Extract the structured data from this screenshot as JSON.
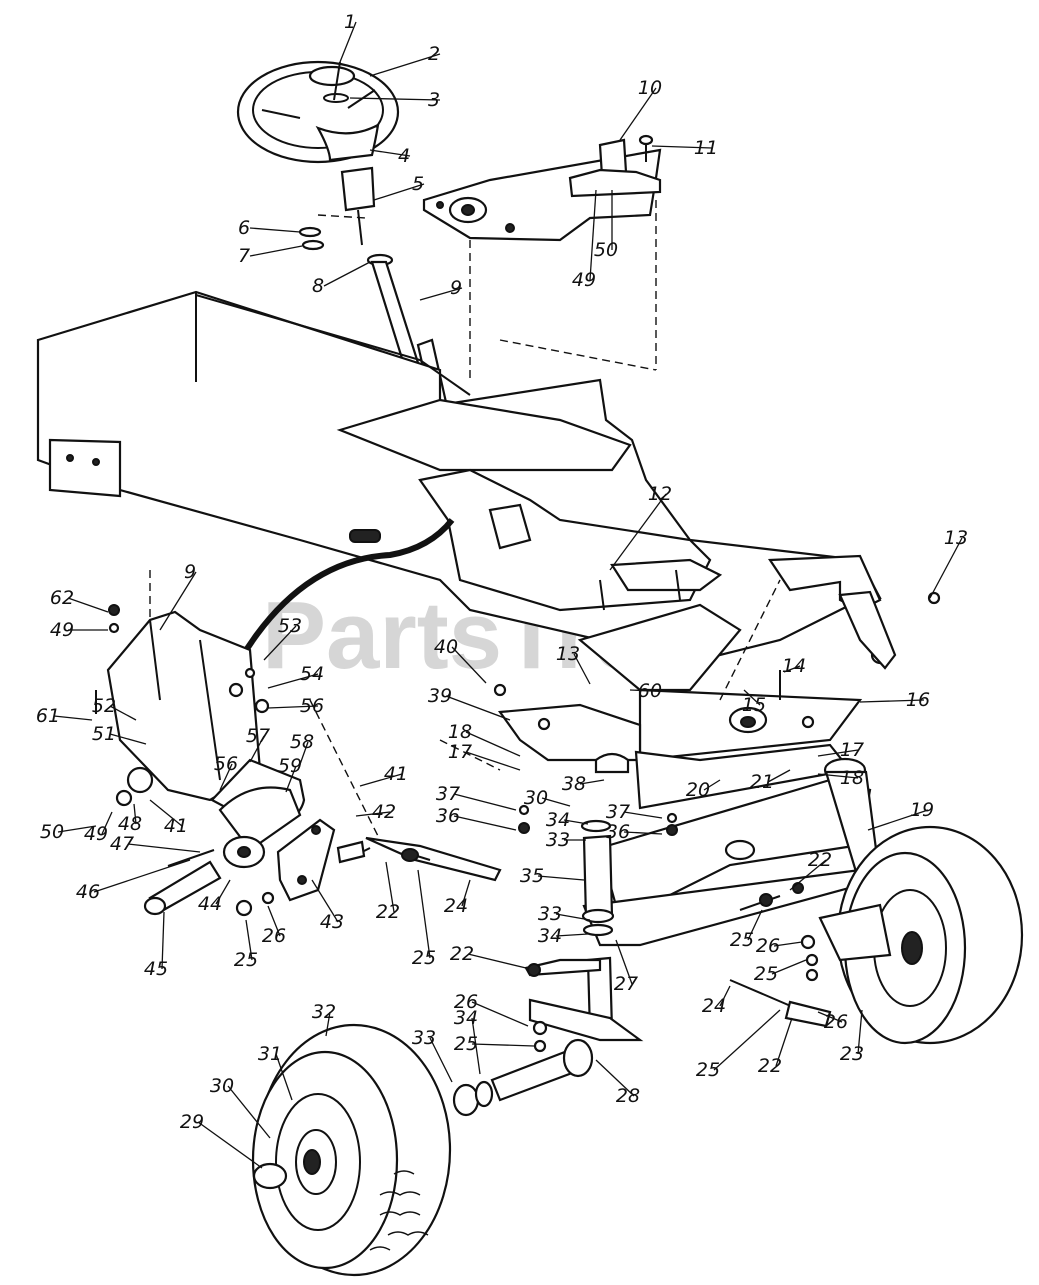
{
  "watermark": "PartsTree",
  "callouts": [
    {
      "id": "c1",
      "text": "1"
    },
    {
      "id": "c2",
      "text": "2"
    },
    {
      "id": "c3",
      "text": "3"
    },
    {
      "id": "c4",
      "text": "4"
    },
    {
      "id": "c5",
      "text": "5"
    },
    {
      "id": "c6",
      "text": "6"
    },
    {
      "id": "c7",
      "text": "7"
    },
    {
      "id": "c8",
      "text": "8"
    },
    {
      "id": "c9a",
      "text": "9"
    },
    {
      "id": "c10",
      "text": "10"
    },
    {
      "id": "c11",
      "text": "11"
    },
    {
      "id": "c49a",
      "text": "49"
    },
    {
      "id": "c50a",
      "text": "50"
    },
    {
      "id": "c12",
      "text": "12"
    },
    {
      "id": "c13a",
      "text": "13"
    },
    {
      "id": "c9b",
      "text": "9"
    },
    {
      "id": "c62",
      "text": "62"
    },
    {
      "id": "c49b",
      "text": "49"
    },
    {
      "id": "c53",
      "text": "53"
    },
    {
      "id": "c54",
      "text": "54"
    },
    {
      "id": "c52",
      "text": "52"
    },
    {
      "id": "c56a",
      "text": "56"
    },
    {
      "id": "c61",
      "text": "61"
    },
    {
      "id": "c51",
      "text": "51"
    },
    {
      "id": "c40",
      "text": "40"
    },
    {
      "id": "c13b",
      "text": "13"
    },
    {
      "id": "c60",
      "text": "60"
    },
    {
      "id": "c14",
      "text": "14"
    },
    {
      "id": "c15",
      "text": "15"
    },
    {
      "id": "c16",
      "text": "16"
    },
    {
      "id": "c39",
      "text": "39"
    },
    {
      "id": "c18a",
      "text": "18"
    },
    {
      "id": "c17a",
      "text": "17"
    },
    {
      "id": "c17b",
      "text": "17"
    },
    {
      "id": "c18b",
      "text": "18"
    },
    {
      "id": "c50b",
      "text": "50"
    },
    {
      "id": "c49c",
      "text": "49"
    },
    {
      "id": "c48",
      "text": "48"
    },
    {
      "id": "c41a",
      "text": "41"
    },
    {
      "id": "c56b",
      "text": "56"
    },
    {
      "id": "c57",
      "text": "57"
    },
    {
      "id": "c58",
      "text": "58"
    },
    {
      "id": "c59",
      "text": "59"
    },
    {
      "id": "c41b",
      "text": "41"
    },
    {
      "id": "c42",
      "text": "42"
    },
    {
      "id": "c37a",
      "text": "37"
    },
    {
      "id": "c36a",
      "text": "36"
    },
    {
      "id": "c30a",
      "text": "30"
    },
    {
      "id": "c38",
      "text": "38"
    },
    {
      "id": "c37b",
      "text": "37"
    },
    {
      "id": "c36b",
      "text": "36"
    },
    {
      "id": "c20",
      "text": "20"
    },
    {
      "id": "c21",
      "text": "21"
    },
    {
      "id": "c19",
      "text": "19"
    },
    {
      "id": "c34a",
      "text": "34"
    },
    {
      "id": "c33a",
      "text": "33"
    },
    {
      "id": "c47",
      "text": "47"
    },
    {
      "id": "c46",
      "text": "46"
    },
    {
      "id": "c44",
      "text": "44"
    },
    {
      "id": "c45",
      "text": "45"
    },
    {
      "id": "c25a",
      "text": "25"
    },
    {
      "id": "c26a",
      "text": "26"
    },
    {
      "id": "c43",
      "text": "43"
    },
    {
      "id": "c22a",
      "text": "22"
    },
    {
      "id": "c25b",
      "text": "25"
    },
    {
      "id": "c24a",
      "text": "24"
    },
    {
      "id": "c35",
      "text": "35"
    },
    {
      "id": "c33b",
      "text": "33"
    },
    {
      "id": "c34b",
      "text": "34"
    },
    {
      "id": "c22b",
      "text": "22"
    },
    {
      "id": "c27",
      "text": "27"
    },
    {
      "id": "c22c",
      "text": "22"
    },
    {
      "id": "c25c",
      "text": "25"
    },
    {
      "id": "c26b",
      "text": "26"
    },
    {
      "id": "c25d",
      "text": "25"
    },
    {
      "id": "c26c",
      "text": "26"
    },
    {
      "id": "c24b",
      "text": "24"
    },
    {
      "id": "c25e",
      "text": "25"
    },
    {
      "id": "c22d",
      "text": "22"
    },
    {
      "id": "c23",
      "text": "23"
    },
    {
      "id": "c32",
      "text": "32"
    },
    {
      "id": "c26d",
      "text": "26"
    },
    {
      "id": "c25f",
      "text": "25"
    },
    {
      "id": "c31",
      "text": "31"
    },
    {
      "id": "c30b",
      "text": "30"
    },
    {
      "id": "c34c",
      "text": "34"
    },
    {
      "id": "c33c",
      "text": "33"
    },
    {
      "id": "c28",
      "text": "28"
    },
    {
      "id": "c29",
      "text": "29"
    }
  ]
}
